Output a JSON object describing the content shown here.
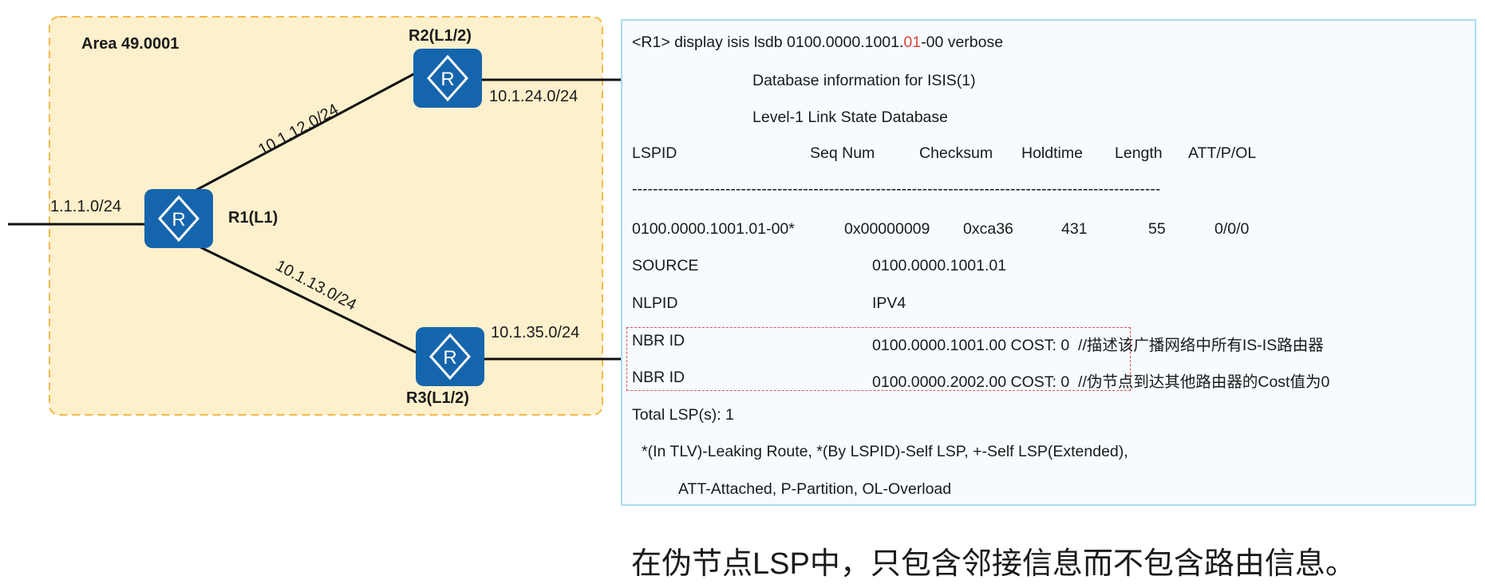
{
  "topology": {
    "area_label": "Area 49.0001",
    "routers": [
      {
        "name": "R1(L1)",
        "icon": "router-icon"
      },
      {
        "name": "R2(L1/2)",
        "icon": "router-icon"
      },
      {
        "name": "R3(L1/2)",
        "icon": "router-icon"
      }
    ],
    "links": [
      "1.1.1.0/24",
      "10.1.12.0/24",
      "10.1.13.0/24",
      "10.1.24.0/24",
      "10.1.35.0/24"
    ],
    "colors": {
      "area_fill": "#fdf0cc",
      "area_border": "#f3b94a",
      "router": "#1565ad"
    }
  },
  "cli": {
    "command_prefix": "<R1> display isis lsdb 0100.0000.1001.",
    "command_highlight": "01",
    "command_suffix": "-00 verbose",
    "title1": "Database information for ISIS(1)",
    "title2": "Level-1 Link State Database",
    "headers": [
      "LSPID",
      "Seq Num",
      "Checksum",
      "Holdtime",
      "Length",
      "ATT/P/OL"
    ],
    "separator": "------------------------------------------------------------------------------------------------------",
    "row": [
      "0100.0000.1001.01-00*",
      "0x00000009",
      "0xca36",
      "431",
      "55",
      "0/0/0"
    ],
    "source_label": "SOURCE",
    "source_value": "0100.0000.1001.01",
    "nlpid_label": "NLPID",
    "nlpid_value": "IPV4",
    "nbr": [
      {
        "label": "NBR ID",
        "value": "0100.0000.1001.00 COST: 0",
        "comment": "//描述该广播网络中所有IS-IS路由器"
      },
      {
        "label": "NBR ID",
        "value": "0100.0000.2002.00 COST: 0",
        "comment": "//伪节点到达其他路由器的Cost值为0"
      }
    ],
    "total": "Total LSP(s): 1",
    "legend1": "*(In TLV)-Leaking Route, *(By LSPID)-Self LSP, +-Self LSP(Extended),",
    "legend2": "ATT-Attached, P-Partition, OL-Overload"
  },
  "caption": "在伪节点LSP中，只包含邻接信息而不包含路由信息。"
}
